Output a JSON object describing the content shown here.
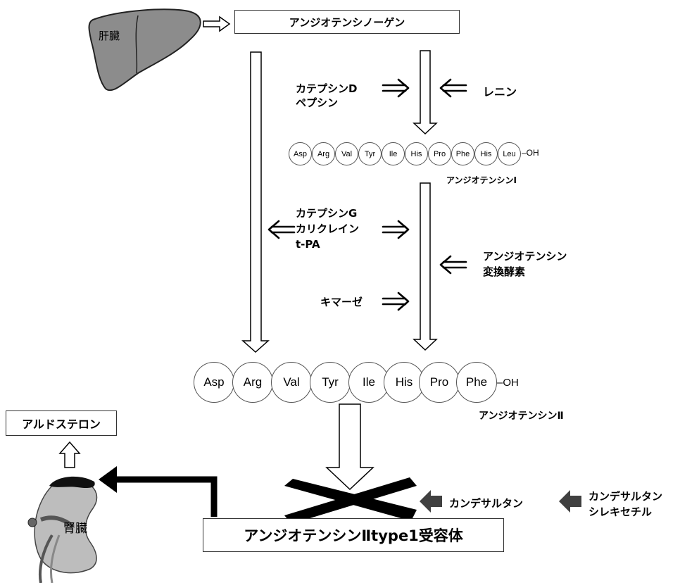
{
  "organs": {
    "liver": "肝臓",
    "kidney": "腎臓"
  },
  "angiotensinogen": "アンジオテンシノーゲン",
  "aldosterone": "アルドステロン",
  "receptor": "アンジオテンシンⅡtype1受容体",
  "enzymes": {
    "cathepsin_d": [
      "カテプシンD",
      "ペプシン"
    ],
    "renin": "レニン",
    "cathepsin_g": [
      "カテプシンG",
      "カリクレイン",
      "t-PA"
    ],
    "ace": [
      "アンジオテンシン",
      "変換酵素"
    ],
    "chymase": "キマーゼ"
  },
  "drugs": {
    "candesartan": "カンデサルタン",
    "candesartan_cilexetil": [
      "カンデサルタン",
      "シレキセチル"
    ]
  },
  "angiotensin_1": {
    "label": "アンジオテンシンⅠ",
    "residues": [
      "Asp",
      "Arg",
      "Val",
      "Tyr",
      "Ile",
      "His",
      "Pro",
      "Phe",
      "His",
      "Leu"
    ],
    "terminal": "–OH"
  },
  "angiotensin_2": {
    "label": "アンジオテンシンⅡ",
    "residues": [
      "Asp",
      "Arg",
      "Val",
      "Tyr",
      "Ile",
      "His",
      "Pro",
      "Phe"
    ],
    "terminal": "–OH"
  },
  "colors": {
    "stroke": "#000000",
    "organ_fill": "#8c8c8c",
    "kidney_fill": "#bdbdbd",
    "drug_arrow": "#404040"
  }
}
